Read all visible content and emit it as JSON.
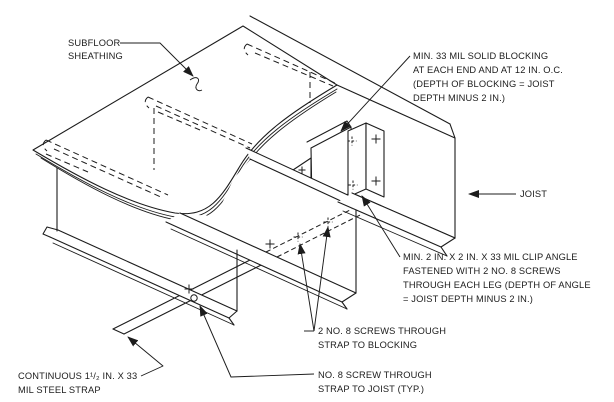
{
  "figure": {
    "colors": {
      "background": "#ffffff",
      "line": "#1c1c1c"
    },
    "labels": {
      "subfloor_sheathing": [
        "SUBFLOOR",
        "SHEATHING"
      ],
      "solid_blocking": [
        "MIN. 33 MIL SOLID BLOCKING",
        "AT EACH END AND AT 12 IN. O.C.",
        "(DEPTH OF BLOCKING = JOIST",
        "DEPTH MINUS 2 IN.)"
      ],
      "joist": [
        "JOIST"
      ],
      "clip_angle": [
        "MIN. 2 IN. X 2 IN. X 33 MIL CLIP ANGLE",
        "FASTENED WITH 2 NO. 8 SCREWS",
        "THROUGH EACH LEG (DEPTH OF ANGLE",
        "= JOIST DEPTH MINUS 2 IN.)"
      ],
      "strap_blocking_screws": [
        "2 NO. 8 SCREWS THROUGH",
        "STRAP TO BLOCKING"
      ],
      "strap_joist_screw": [
        "NO. 8 SCREW THROUGH",
        "STRAP TO JOIST (TYP.)"
      ],
      "steel_strap": [
        "CONTINUOUS 1¹/₂ IN. X 33",
        "MIL STEEL STRAP"
      ]
    }
  }
}
